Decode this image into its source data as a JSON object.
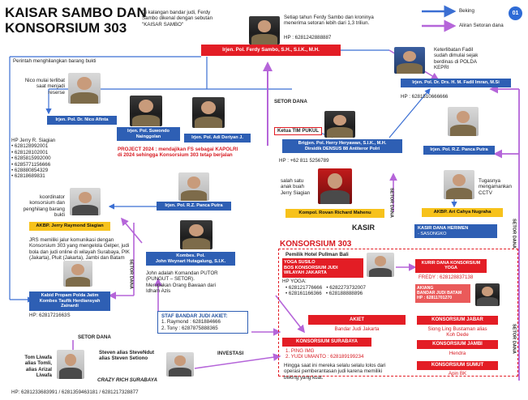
{
  "page_number": "01",
  "title": [
    "KAISAR SAMBO DAN",
    "KONSORSIUM 303"
  ],
  "legend": {
    "beking": "Beking",
    "aliran": "Aliran Setoran dana",
    "beking_color": "#3b6fd3",
    "aliran_color": "#b565d9"
  },
  "intro_note": [
    "Di kalangan bandar judi, Ferdy",
    "Sambo dikenal dengan sebutan",
    "\"KAISAR SAMBO\""
  ],
  "sambo_note": [
    "Setiap tahun Ferdy Sambo dan kroninya",
    "menerima setoran lebih dari 1,3 triliun."
  ],
  "sambo_hp": "HP : 6281242888887",
  "sambo_box": "Irjen. Pol. Ferdy Sambo, S.H., S.I.K., M.H.",
  "perintah_note": "Perintah menghilangkan barang bukti",
  "nico_note": [
    "Nico mulai terlibat",
    "saat menjadi",
    "reserse"
  ],
  "nico_box": "Irjen. Pol. Dr. Nico Afinta",
  "suwondo_box": [
    "Irjen. Pol. Suwondo",
    "Nainggolan"
  ],
  "deriyan_box": "Irjen. Pol. Adi Deriyan J.",
  "project_note": [
    "PROJECT 2024 : mendajikan FS sebagai KAPOLRI",
    "di 2024 sehingga Konsorsium 303 tetap berjalan"
  ],
  "setor_dana_top": "SETOR DANA",
  "fadil_note": [
    "Keterlibatan Fadil",
    "sudah dimulai sejak",
    "berdinas di POLDA",
    "KEPRI"
  ],
  "fadil_box": "Irjen. Pol. Dr. Drs. H. M. Fadil Imran, M.Si",
  "fadil_hp": "HP : 6281510666666",
  "ketua_label": "Ketua TIM PUKUL",
  "heryawan_box": [
    "Brigjen. Pol. Herry Heryawan, S.I.K., M.H.",
    "Dirsidik DENSUS 88 Antiteror Polri"
  ],
  "heryawan_hp": "HP : +62 811 5256789",
  "panca_box_right": "Irjen. Pol. R.Z. Panca Putra",
  "jerry_hp_label": "HP Jerry R. Siagian",
  "jerry_hps": [
    "628128992001",
    "628128102001",
    "6285815992000",
    "6285771156666",
    "628880854329",
    "62818689831"
  ],
  "koordinator_note": [
    "koordinator",
    "konsorsium dan",
    "penghilang barang",
    "bukti"
  ],
  "jerry_box": "AKBP. Jerry Raymond Siagian",
  "jrs_note": [
    "JRS memiliki jalur komunikasi dengan",
    "Konsorsium 303 yang mengelola Gelper, judi",
    "bola dan judi online di wilayah Surabaya, PIK",
    "(Jakarta), Pluit (Jakarta), Jambi dan Batam"
  ],
  "panca_box_mid": "Irjen. Pol. R.Z. Panca Putra",
  "rovan_note": [
    "salah satu",
    "anak buah",
    "Jerry Siagian"
  ],
  "rovan_box": "Kompol. Rovan Richard Mahenu",
  "cahya_note": [
    "Tugasnya",
    "mengamankan",
    "CCTV"
  ],
  "cahya_box": "AKBP. Ari Cahya Nugraha",
  "setor_dana_vert_mid": "SETOR DANA",
  "setor_dana_vert_right": "SETOR DANA",
  "setor_dana_vert_left": "SETOR DANA",
  "kasir_label": "KASIR",
  "kasir_box": [
    "KASIR DANA HERIMEN",
    "- SASONGKO"
  ],
  "konsorsium_title": "KONSORSIUM 303",
  "yoga_top": "Pemilik Hotel Pullman Bali",
  "yoga_box": [
    "YOGA SUSILO",
    "BOS KONSORSIUM JUDI",
    "WILAYAH JAKARTA"
  ],
  "yoga_hp_label": "HP YOGA:",
  "yoga_hps": [
    "628121776666",
    "6282273732007",
    "628161166366",
    "628188888896"
  ],
  "kurir_box": [
    "KURIR DANA KONSORSIUM",
    "YOGA"
  ],
  "kurir_fredy": "FREDY : 628128837138",
  "akiang_box": [
    "AKIANG",
    "BANDAR JUDI BATAM",
    "HP : 62811701270"
  ],
  "hutagalung_box": [
    "Kombes. Pol.",
    "John Weynart Hutagalung, S.I.K."
  ],
  "hutagalung_note": [
    "John adalah Komandan PUTOR",
    "(PUNGUT – SETOR).",
    "Merupakan Orang Bawaan dari",
    "Idham Azis"
  ],
  "staf_label": "STAF BANDAR JUDI AKIET:",
  "staf_items": [
    "1. Raymond : 6281884666",
    "2. Tony : 6287875888365"
  ],
  "akiet_box": "AKIET",
  "akiet_sub": "Bandar Judi Jakarta",
  "jabar_box": "KONSORSIUM JABAR",
  "jabar_sub": [
    "Siong Ling Bustaman alias",
    "Koh Dede"
  ],
  "jambi_box": "KONSORSIUM JAMBI",
  "jambi_sub": "Hendra",
  "sumut_box": "KONSORSIUM SUMUT",
  "sumut_sub": "Apin BK",
  "surabaya_box": "KONSORSIUM SURABAYA",
  "surabaya_items": [
    "1. PING IMG",
    "2. YUDI UMANTO : 628189199234"
  ],
  "hingga_note": [
    "Hingga saat ini mereka selalu selalu lolos dari",
    "operasi pemberantasan judi karena memiliki",
    "beking yang kuat."
  ],
  "kabid_box": [
    "Kabid Propam Polda Jatim",
    "Kombes Taufik Herdiansyah",
    "Zainardi"
  ],
  "kabid_hp": "HP: 6281721663S",
  "setor_dana_bottom": "SETOR DANA",
  "tom_note": [
    "Tom Liwafa",
    "alias Tomli,",
    "alias Arizal",
    "Liwafa"
  ],
  "steven_note": [
    "Steven alias SteveNdut",
    "alias Steven Setiono"
  ],
  "crazy_rich": "CRAZY RICH SURABAYA",
  "investasi": "INVESTASI",
  "bottom_hps": "HP: 6281233683991 / 6281359463181 / 6281217328877"
}
